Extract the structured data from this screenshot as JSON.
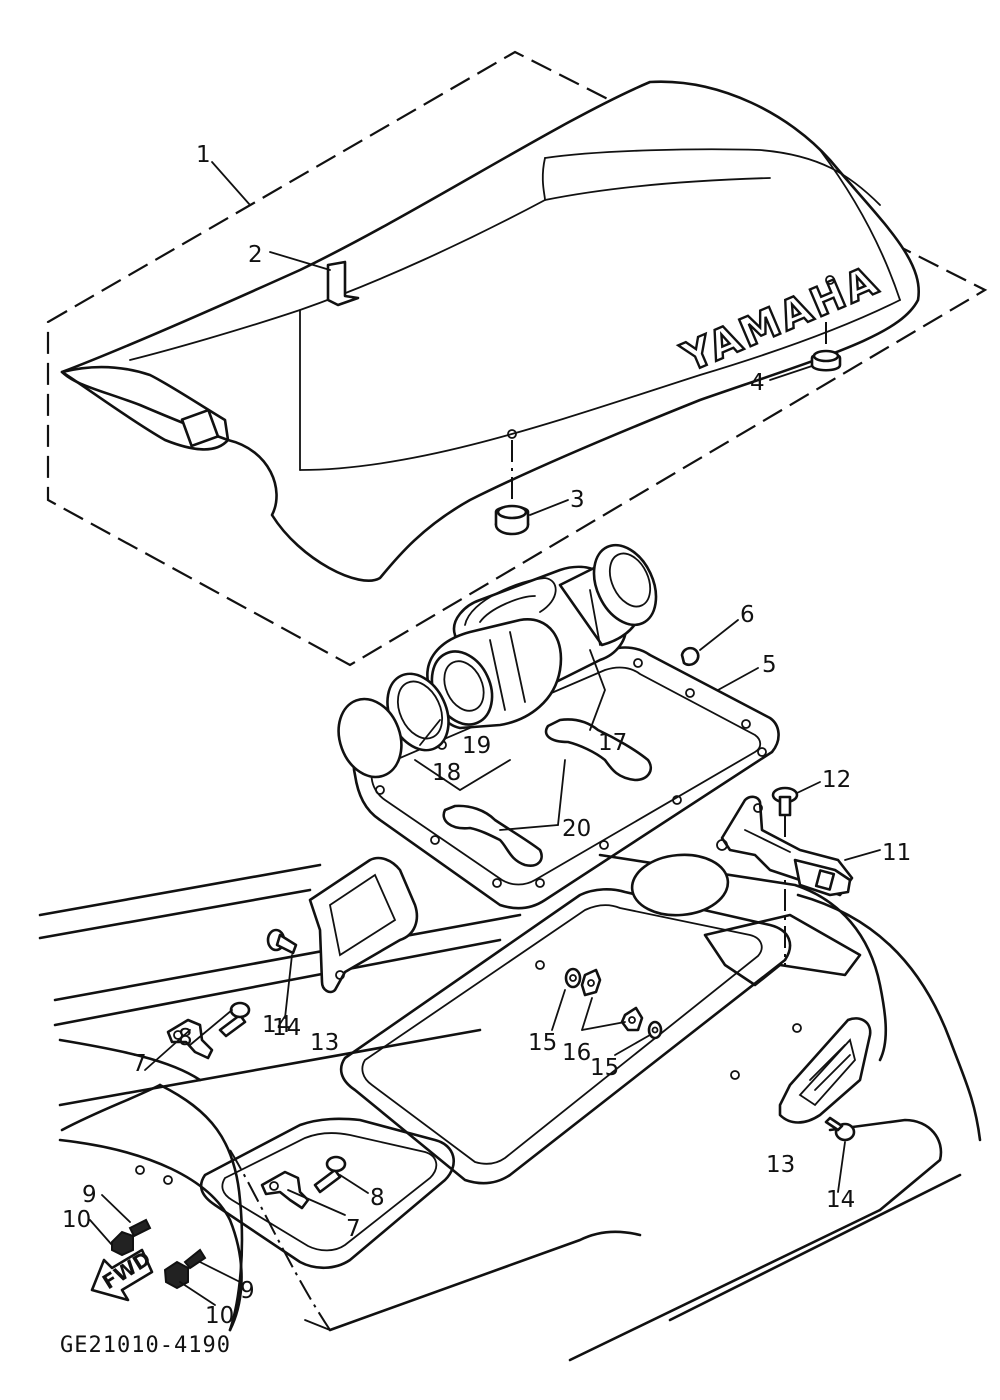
{
  "logo_text": "YAMAHA",
  "direction_label": "FWD",
  "drawing_code": "GE21010-4190",
  "callouts": {
    "c1": "1",
    "c2": "2",
    "c3": "3",
    "c4": "4",
    "c5": "5",
    "c6": "6",
    "c7a": "7",
    "c7b": "7",
    "c8a": "8",
    "c8b": "8",
    "c9a": "9",
    "c9b": "9",
    "c10a": "10",
    "c10b": "10",
    "c11": "11",
    "c12": "12",
    "c13a": "13",
    "c13b": "13",
    "c14a": "14",
    "c14b": "14",
    "c14c": "14",
    "c15a": "15",
    "c15b": "15",
    "c16": "16",
    "c17": "17",
    "c18": "18",
    "c19": "19",
    "c20": "20"
  }
}
